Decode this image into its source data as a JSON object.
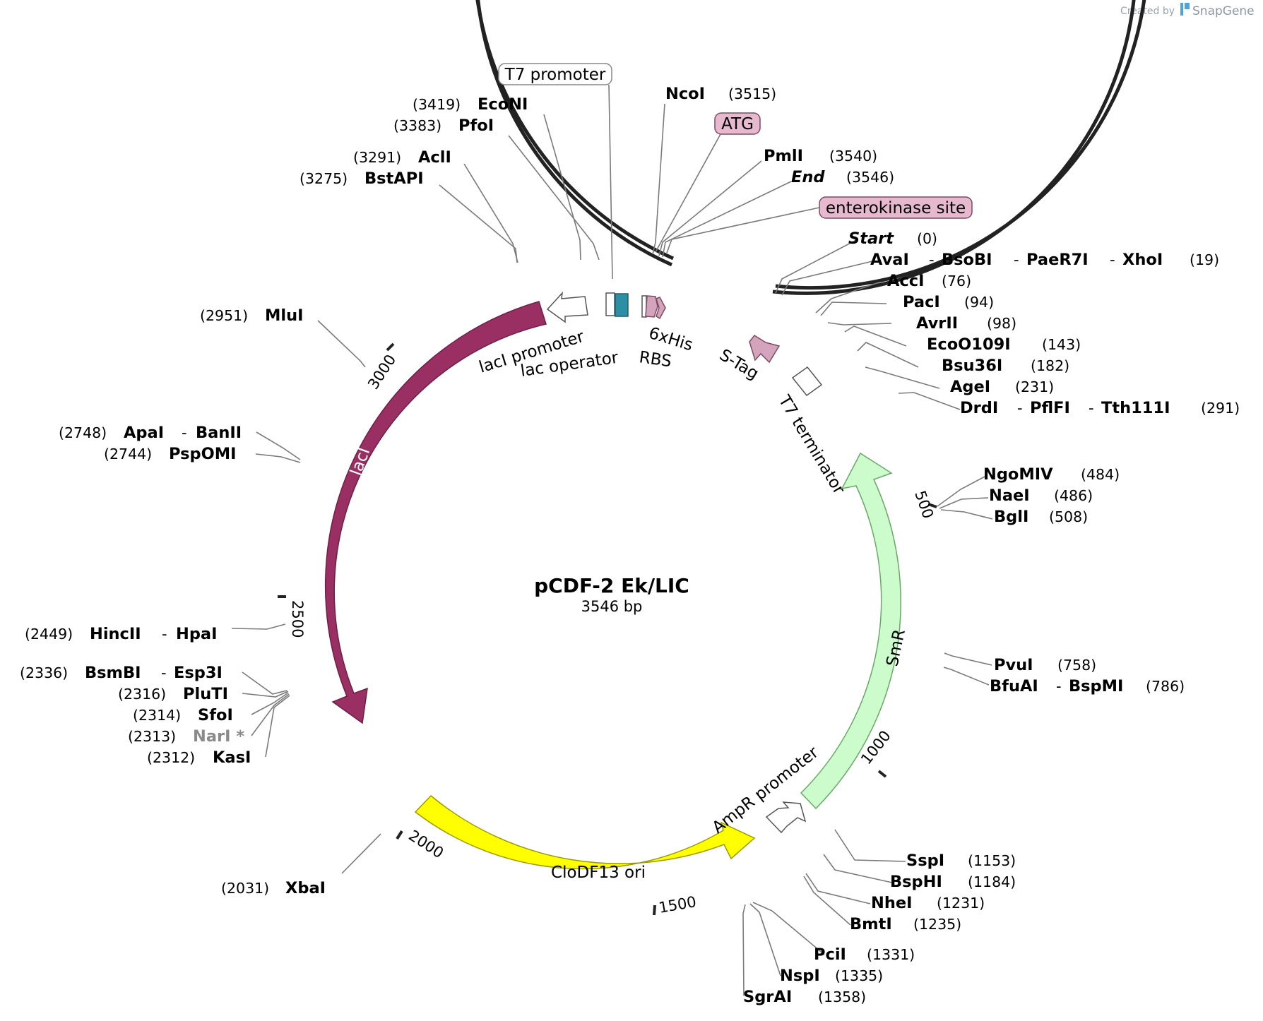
{
  "credit": {
    "prefix": "Created by",
    "brand": "SnapGene",
    "logo_icon": "snapgene-logo-icon"
  },
  "plasmid": {
    "name": "pCDF-2 Ek/LIC",
    "length_label": "3546 bp"
  },
  "ticks": [
    "500",
    "1000",
    "1500",
    "2000",
    "2500",
    "3000"
  ],
  "features": {
    "lacI": "lacI",
    "smr": "SmR",
    "clodf13": "CloDF13 ori",
    "laci_promoter": "lacI promoter",
    "lac_operator": "lac operator",
    "rbs": "RBS",
    "his": "6xHis",
    "stag": "S-Tag",
    "t7_terminator": "T7 terminator",
    "ampr_promoter": "AmpR promoter",
    "t7_promoter": "T7 promoter",
    "atg": "ATG",
    "enterokinase": "enterokinase site"
  },
  "colors": {
    "lacI": "#9a2f63",
    "smr": "#ccfccc",
    "clodf13": "#ffff00",
    "pink_feature": "#d4a3bc",
    "operator": "#2d8fa3",
    "backbone": "#222222"
  },
  "sites": {
    "t_start": {
      "name": "Start",
      "pos": "(0)"
    },
    "t_avai": {
      "name": "AvaI",
      "name2": "BsoBI",
      "name3": "PaeR7I",
      "name4": "XhoI",
      "pos": "(19)"
    },
    "t_acci": {
      "name": "AccI",
      "pos": "(76)"
    },
    "t_paci": {
      "name": "PacI",
      "pos": "(94)"
    },
    "t_avrii": {
      "name": "AvrII",
      "pos": "(98)"
    },
    "t_eco": {
      "name": "EcoO109I",
      "pos": "(143)"
    },
    "t_bsu": {
      "name": "Bsu36I",
      "pos": "(182)"
    },
    "t_agei": {
      "name": "AgeI",
      "pos": "(231)"
    },
    "t_drdi": {
      "name": "DrdI",
      "name2": "PflFI",
      "name3": "Tth111I",
      "pos": "(291)"
    },
    "t_ngo": {
      "name": "NgoMIV",
      "pos": "(484)"
    },
    "t_naei": {
      "name": "NaeI",
      "pos": "(486)"
    },
    "t_bgli": {
      "name": "BglI",
      "pos": "(508)"
    },
    "t_pvui": {
      "name": "PvuI",
      "pos": "(758)"
    },
    "t_bfu": {
      "name": "BfuAI",
      "name2": "BspMI",
      "pos": "(786)"
    },
    "t_sspi": {
      "name": "SspI",
      "pos": "(1153)"
    },
    "t_bsph": {
      "name": "BspHI",
      "pos": "(1184)"
    },
    "t_nhei": {
      "name": "NheI",
      "pos": "(1231)"
    },
    "t_bmti": {
      "name": "BmtI",
      "pos": "(1235)"
    },
    "t_pcii": {
      "name": "PciI",
      "pos": "(1331)"
    },
    "t_nspi": {
      "name": "NspI",
      "pos": "(1335)"
    },
    "t_sgrai": {
      "name": "SgrAI",
      "pos": "(1358)"
    },
    "t_xbai": {
      "name": "XbaI",
      "pos": "(2031)"
    },
    "t_kasi": {
      "name": "KasI",
      "pos": "(2312)"
    },
    "t_nari": {
      "name": "NarI *",
      "pos": "(2313)"
    },
    "t_sfoi": {
      "name": "SfoI",
      "pos": "(2314)"
    },
    "t_pluti": {
      "name": "PluTI",
      "pos": "(2316)"
    },
    "t_bsmbi": {
      "name": "BsmBI",
      "name2": "Esp3I",
      "pos": "(2336)"
    },
    "t_hincii": {
      "name": "HincII",
      "name2": "HpaI",
      "pos": "(2449)"
    },
    "t_pspomi": {
      "name": "PspOMI",
      "pos": "(2744)"
    },
    "t_apai": {
      "name": "ApaI",
      "name2": "BanII",
      "pos": "(2748)"
    },
    "t_mlui": {
      "name": "MluI",
      "pos": "(2951)"
    },
    "t_bstapi": {
      "name": "BstAPI",
      "pos": "(3275)"
    },
    "t_acli": {
      "name": "AclI",
      "pos": "(3291)"
    },
    "t_pfoi": {
      "name": "PfoI",
      "pos": "(3383)"
    },
    "t_econi": {
      "name": "EcoNI",
      "pos": "(3419)"
    },
    "t_ncoi": {
      "name": "NcoI",
      "pos": "(3515)"
    },
    "t_pmli": {
      "name": "PmlI",
      "pos": "(3540)"
    },
    "t_end": {
      "name": "End",
      "pos": "(3546)"
    }
  }
}
